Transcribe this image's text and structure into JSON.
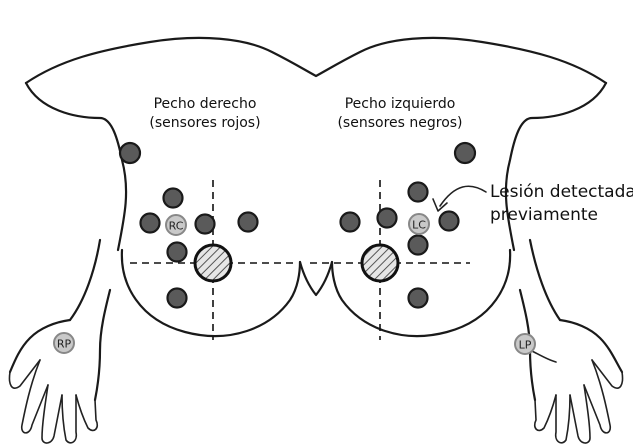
{
  "labels": {
    "right_breast_line1": "Pecho derecho",
    "right_breast_line2": "(sensores rojos)",
    "left_breast_line1": "Pecho izquierdo",
    "left_breast_line2": "(sensores negros)",
    "callout_line1": "Lesión detectada",
    "callout_line2": "previamente"
  },
  "sensor_refs": {
    "rc": "RC",
    "lc": "LC",
    "rp": "RP",
    "lp": "LP"
  },
  "colors": {
    "sensor_fill": "#5a5a5a",
    "reference_fill": "#c9c9c9",
    "line": "#1a1a1a"
  }
}
